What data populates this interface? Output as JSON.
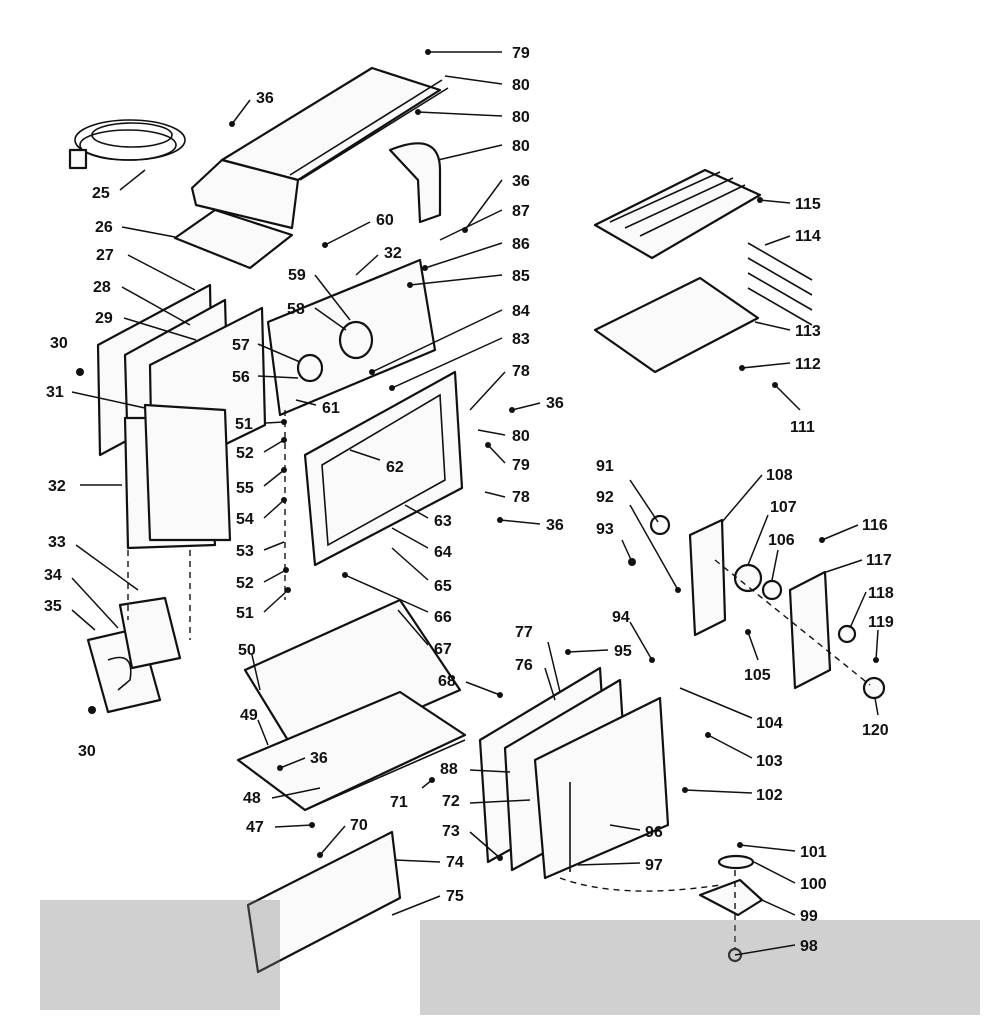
{
  "diagram": {
    "type": "exploded-parts-diagram",
    "subject": "range oven cabinet assembly",
    "callouts": {
      "c79a": "79",
      "c80a": "80",
      "c80b": "80",
      "c80c": "80",
      "c36a": "36",
      "c25": "25",
      "c26": "26",
      "c36b": "36",
      "c87a": "87",
      "c86a": "86",
      "c60": "60",
      "c32a": "32",
      "c59": "59",
      "c85a": "85",
      "c27": "27",
      "c28": "28",
      "c58": "58",
      "c84a": "84",
      "c29": "29",
      "c30a": "30",
      "c57": "57",
      "c83a": "83",
      "c56": "56",
      "c78a": "78",
      "c36c": "36",
      "c31": "31",
      "c61": "61",
      "c51a": "51",
      "c80d": "80",
      "c52a": "52",
      "c79b": "79",
      "c62": "62",
      "c32b": "32",
      "c55": "55",
      "c78b": "78",
      "c54": "54",
      "c63": "63",
      "c36d": "36",
      "c53": "53",
      "c64": "64",
      "c33": "33",
      "c52b": "52",
      "c65": "65",
      "c34": "34",
      "c51b": "51",
      "c66": "66",
      "c35": "35",
      "c67": "67",
      "c50": "50",
      "c68": "68",
      "c49": "49",
      "c30b": "30",
      "c36e": "36",
      "c48": "48",
      "c71": "71",
      "c47": "47",
      "c70": "70",
      "c74": "74",
      "c75": "75",
      "c115": "115",
      "c114": "114",
      "c113": "113",
      "c112": "112",
      "c111": "111",
      "c91": "91",
      "c108": "108",
      "c92": "92",
      "c107": "107",
      "c93": "93",
      "c106": "106",
      "c116": "116",
      "c117": "117",
      "c118": "118",
      "c119": "119",
      "c105": "105",
      "c120": "120",
      "c94": "94",
      "c77": "77",
      "c95": "95",
      "c76": "76",
      "c104": "104",
      "c103": "103",
      "c88": "88",
      "c72": "72",
      "c102": "102",
      "c96": "96",
      "c73": "73",
      "c97": "97",
      "c101": "101",
      "c100": "100",
      "c99": "99",
      "c98": "98"
    }
  }
}
